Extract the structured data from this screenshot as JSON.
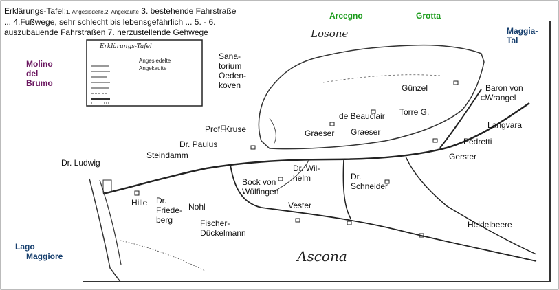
{
  "legend": {
    "title": "Erklärungs-Tafel:",
    "item1": "1. Angesiedelte",
    "item2": "2. Angekaufte",
    "item3": "3. bestehende Fahrstraße",
    "line2": "... 4.Fußwege, sehr schlecht bis lebensgefährlich ... 5. - 6.",
    "line3": "auszubauende Fahrstraßen 7. herzustellende Gehwege"
  },
  "inset_legend": {
    "title": "Erklärungs-Tafel",
    "settled": "Angesiedelte",
    "bought": "Angekaufte"
  },
  "places": {
    "arcegno": "Arcegno",
    "grotta": "Grotta",
    "maggia_tal": [
      "Maggia-",
      "Tal"
    ],
    "molino": [
      "Molino",
      "del",
      "Brumo"
    ],
    "lago": [
      "Lago",
      "Maggiore"
    ],
    "losone": "Losone",
    "ascona": "Ascona"
  },
  "owners": {
    "sanatorium": [
      "Sana-",
      "torium",
      "Oeden-",
      "koven"
    ],
    "guenzel": "Günzel",
    "baron": [
      "Baron von",
      "Wrangel"
    ],
    "beauclair": "de Beauclair",
    "torre": "Torre G.",
    "langvara": "Langvara",
    "graeser1": "Graeser",
    "graeser2": "Graeser",
    "kruse": "Prof. Kruse",
    "pedretti": "Pedretti",
    "paulus": "Dr. Paulus",
    "gerster": "Gerster",
    "steindamm": "Steindamm",
    "ludwig": "Dr. Ludwig",
    "wilhelm": [
      "Dr. Wil-",
      "helm"
    ],
    "bock": [
      "Bock von",
      "Wülfingen"
    ],
    "schneider": [
      "Dr.",
      "Schneider"
    ],
    "hille": "Hille",
    "friedeberg": [
      "Dr.",
      "Friede-",
      "berg"
    ],
    "nohl": "Nohl",
    "vester": "Vester",
    "fischer": [
      "Fischer-",
      "Dückelmann"
    ],
    "heidelbeere": "Heidelbeere"
  },
  "colors": {
    "arcegno": "#1a9b1a",
    "molino": "#6b1760",
    "lake": "#173f6e"
  }
}
